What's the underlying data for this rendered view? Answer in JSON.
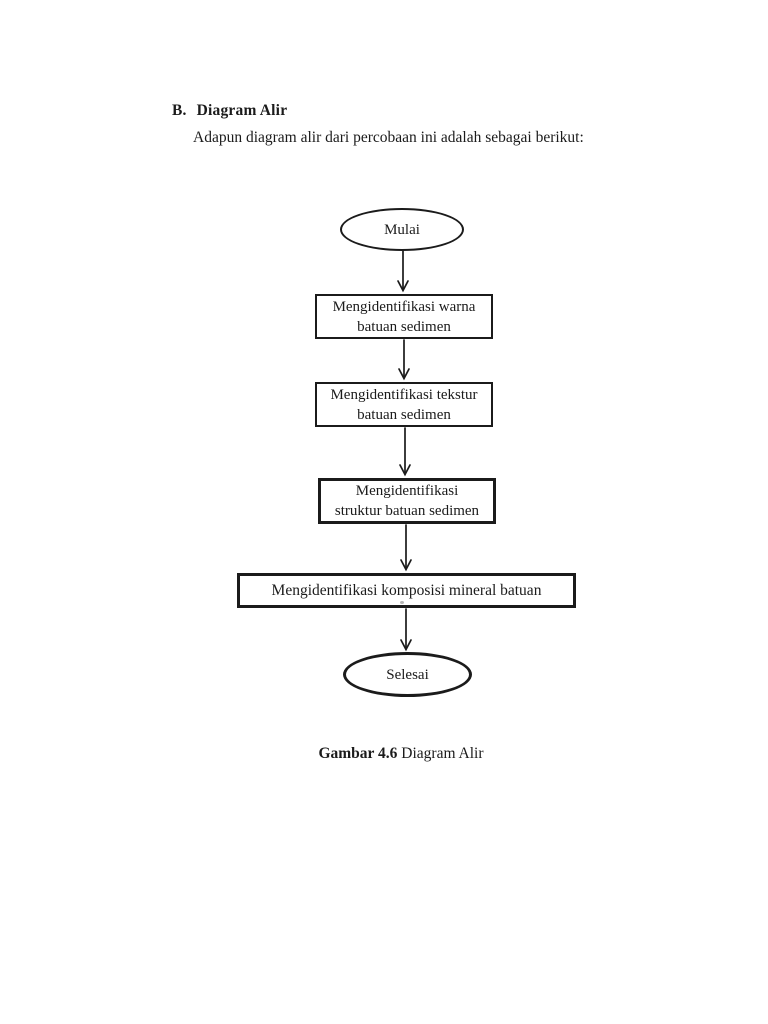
{
  "document": {
    "heading": {
      "label": "B.",
      "title": "Diagram Alir"
    },
    "intro": "Adapun diagram alir dari percobaan ini adalah sebagai berikut:",
    "caption": {
      "bold": "Gambar 4.6",
      "text": " Diagram Alir"
    }
  },
  "flowchart": {
    "type": "flow-diagram",
    "direction": "top-down",
    "nodes": [
      {
        "id": "start",
        "shape": "ellipse",
        "label": "Mulai"
      },
      {
        "id": "identify-warna",
        "shape": "rect",
        "line1": "Mengidentifikasi warna",
        "line2": "batuan sedimen"
      },
      {
        "id": "identify-tekstur",
        "shape": "rect",
        "line1": "Mengidentifikasi tekstur",
        "line2": "batuan sedimen"
      },
      {
        "id": "identify-struktur",
        "shape": "rect",
        "line1": "Mengidentifikasi",
        "line2": "struktur batuan sedimen"
      },
      {
        "id": "identify-komposisi",
        "shape": "rect-wide",
        "label": "Mengidentifikasi komposisi mineral batuan"
      },
      {
        "id": "end",
        "shape": "ellipse",
        "label": "Selesai"
      }
    ],
    "edges": [
      {
        "from": "start",
        "to": "identify-warna"
      },
      {
        "from": "identify-warna",
        "to": "identify-tekstur"
      },
      {
        "from": "identify-tekstur",
        "to": "identify-struktur"
      },
      {
        "from": "identify-struktur",
        "to": "identify-komposisi"
      },
      {
        "from": "identify-komposisi",
        "to": "end"
      }
    ]
  },
  "colors": {
    "ink": "#1b1b1b",
    "page_background": "#ffffff"
  }
}
